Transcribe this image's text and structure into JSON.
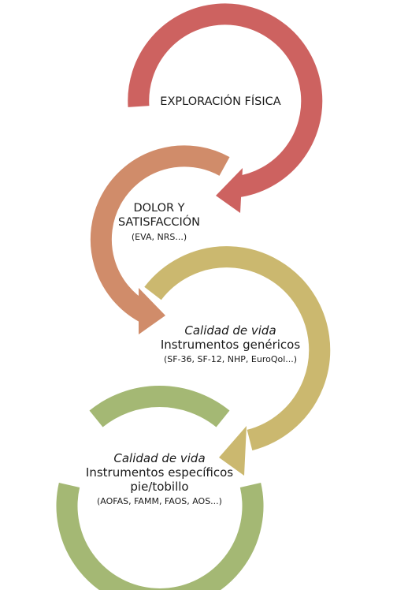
{
  "steps": [
    {
      "title": "EXPLORACIÓN FÍSICA",
      "color": "#cd6260"
    },
    {
      "title_line1": "DOLOR Y",
      "title_line2": "SATISFACCIÓN",
      "detail": "(EVA, NRS...)",
      "color": "#d08c6a"
    },
    {
      "heading": "Calidad de vida",
      "title": "Instrumentos genéricos",
      "detail": "(SF-36, SF-12, NHP, EuroQol...)",
      "color": "#cbb86f"
    },
    {
      "heading": "Calidad de vida",
      "title_line1": "Instrumentos específicos",
      "title_line2": "pie/tobillo",
      "detail": "(AOFAS, FAMM, FAOS, AOS...)",
      "color": "#a4b874"
    }
  ]
}
